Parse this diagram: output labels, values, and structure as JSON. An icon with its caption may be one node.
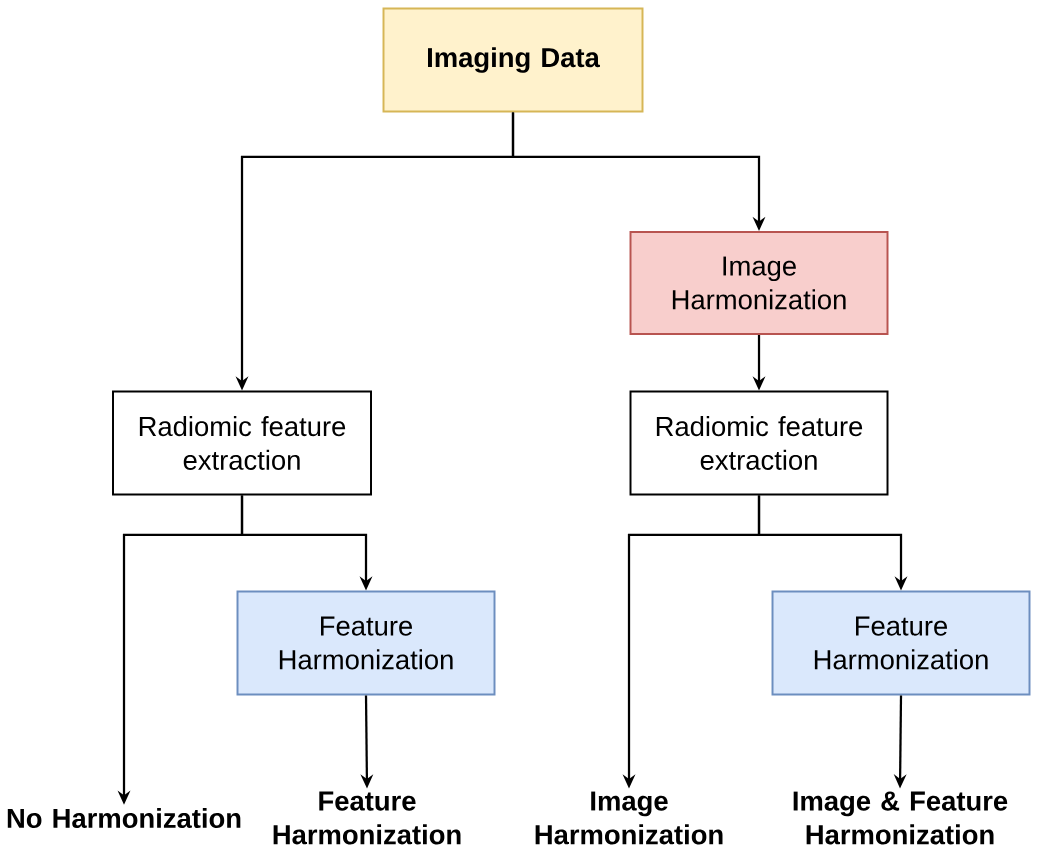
{
  "diagram": {
    "nodes": [
      {
        "text": [
          "Imaging Data"
        ]
      },
      {
        "text": [
          "Image Harmonization"
        ]
      },
      {
        "text": [
          "Radiomic feature extraction"
        ]
      },
      {
        "text": [
          "Radiomic feature extraction"
        ]
      },
      {
        "text": [
          "Feature Harmonization"
        ]
      },
      {
        "text": [
          "Feature Harmonization"
        ]
      },
      {
        "text": [
          "No Harmonization"
        ]
      },
      {
        "text": [
          "Feature Harmonization"
        ]
      },
      {
        "text": [
          "Image Harmonization"
        ]
      },
      {
        "text": [
          "Image & Feature Harmonization"
        ]
      }
    ],
    "edges": [
      {
        "from": 0,
        "to": 2,
        "arrow": "to"
      },
      {
        "from": 0,
        "to": 1,
        "arrow": "to"
      },
      {
        "from": 1,
        "to": 3,
        "arrow": "to"
      },
      {
        "from": 2,
        "to": 6,
        "arrow": "to"
      },
      {
        "from": 2,
        "to": 4,
        "arrow": "to"
      },
      {
        "from": 3,
        "to": 8,
        "arrow": "to"
      },
      {
        "from": 3,
        "to": 5,
        "arrow": "to"
      },
      {
        "from": 4,
        "to": 7,
        "arrow": "to"
      },
      {
        "from": 5,
        "to": 9,
        "arrow": "to"
      }
    ]
  }
}
